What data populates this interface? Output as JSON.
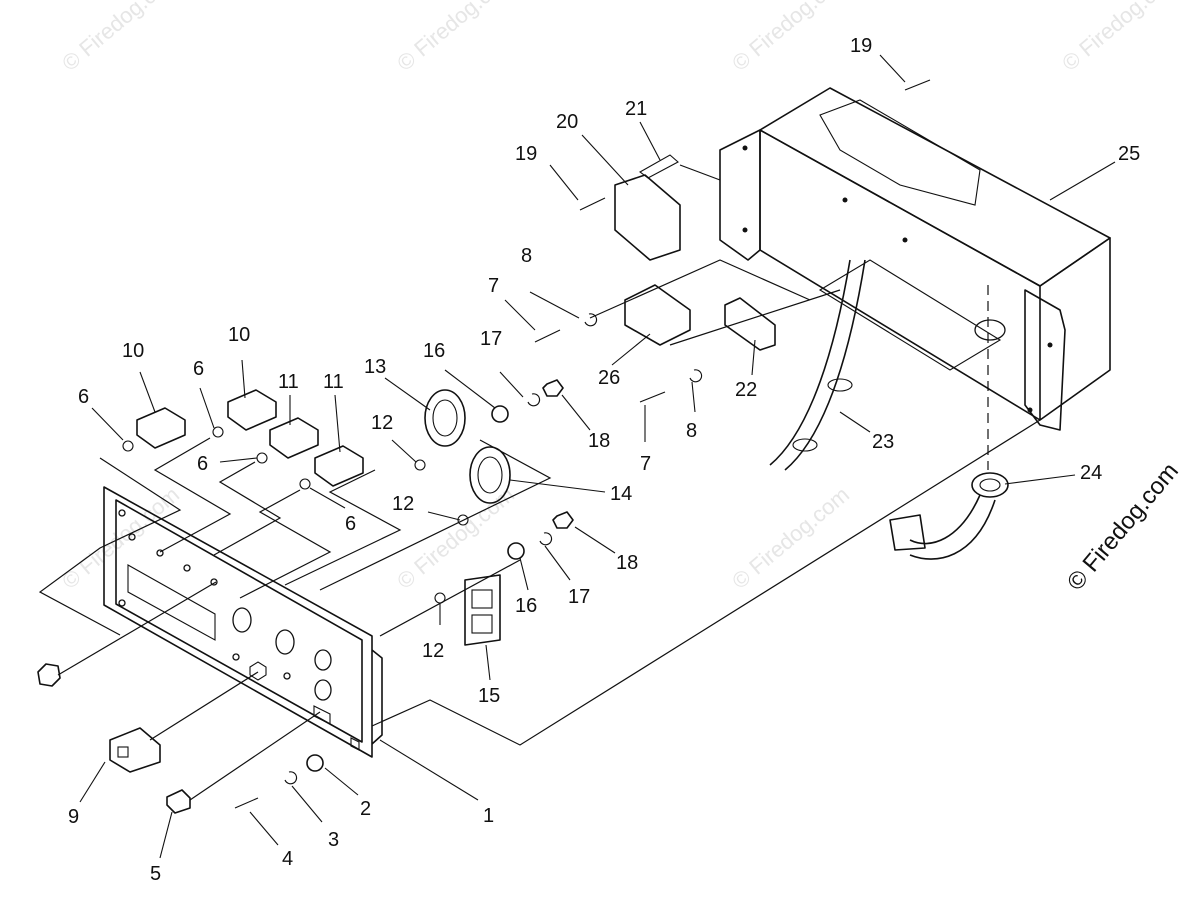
{
  "callouts": [
    "1",
    "2",
    "3",
    "4",
    "5",
    "6",
    "6",
    "6",
    "6",
    "7",
    "7",
    "8",
    "8",
    "9",
    "10",
    "10",
    "11",
    "11",
    "12",
    "12",
    "12",
    "13",
    "14",
    "15",
    "16",
    "16",
    "17",
    "17",
    "18",
    "18",
    "19",
    "19",
    "20",
    "21",
    "22",
    "23",
    "24",
    "25",
    "26"
  ],
  "watermark": "© Firedog.com",
  "copyright": "© Firedog.com"
}
